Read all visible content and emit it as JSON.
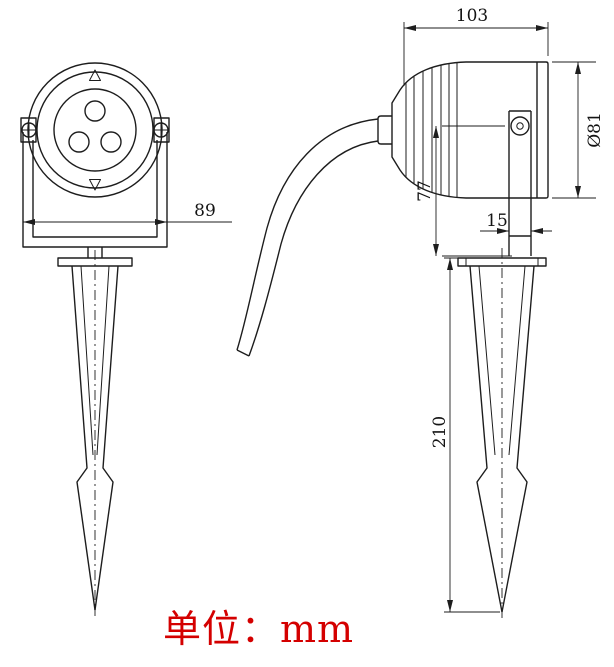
{
  "unit_label": "单位：mm",
  "dimensions": {
    "front_bracket_width": "89",
    "body_length": "103",
    "body_diameter": "Ø81",
    "bracket_height": "77",
    "stem_width": "15",
    "spike_length": "210"
  },
  "colors": {
    "line": "#1d1d1d",
    "unit_text": "#d40000"
  }
}
